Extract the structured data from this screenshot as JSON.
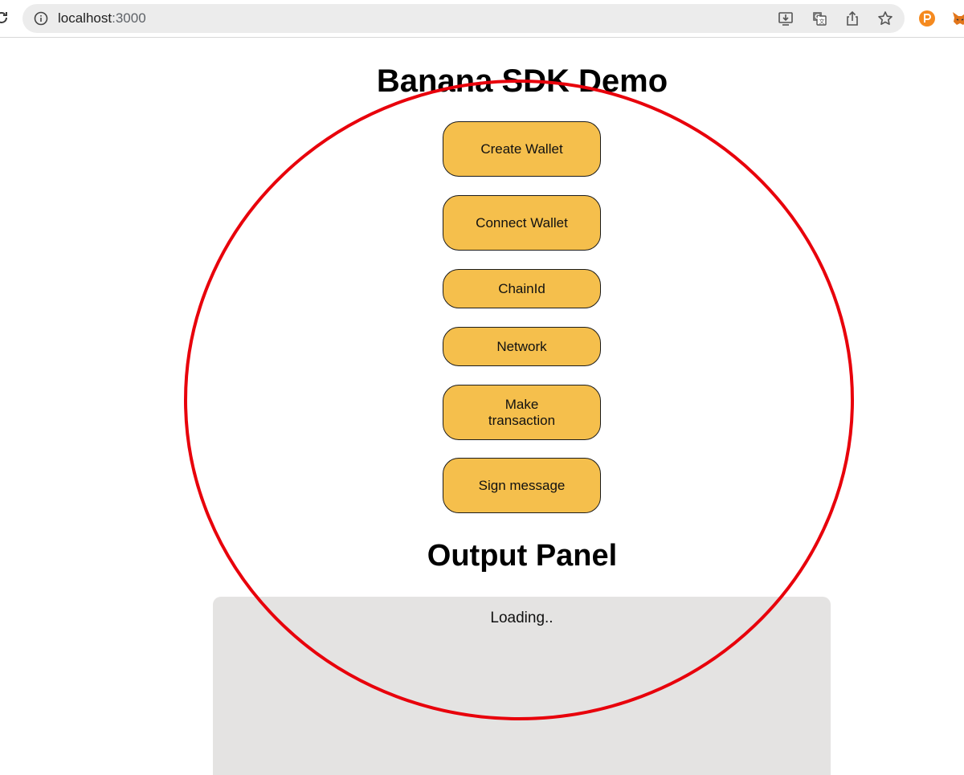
{
  "browser": {
    "url_host": "localhost",
    "url_port": ":3000"
  },
  "page": {
    "title": "Banana SDK Demo",
    "buttons": [
      {
        "label": "Create Wallet"
      },
      {
        "label": "Connect Wallet"
      },
      {
        "label": "ChainId"
      },
      {
        "label": "Network"
      },
      {
        "label": "Make transaction"
      },
      {
        "label": "Sign message"
      }
    ],
    "output_title": "Output Panel",
    "output_text": "Loading.."
  },
  "colors": {
    "button_fill": "#f5bf4c",
    "panel_bg": "#e4e3e2",
    "annotation_circle": "#e8000b"
  },
  "icons": {
    "reload": "reload-icon",
    "info": "info-icon",
    "install": "install-app-icon",
    "translate": "translate-icon",
    "share": "share-icon",
    "bookmark": "star-icon",
    "extension_1": "orange-extension-icon",
    "extension_2": "metamask-fox-icon"
  }
}
